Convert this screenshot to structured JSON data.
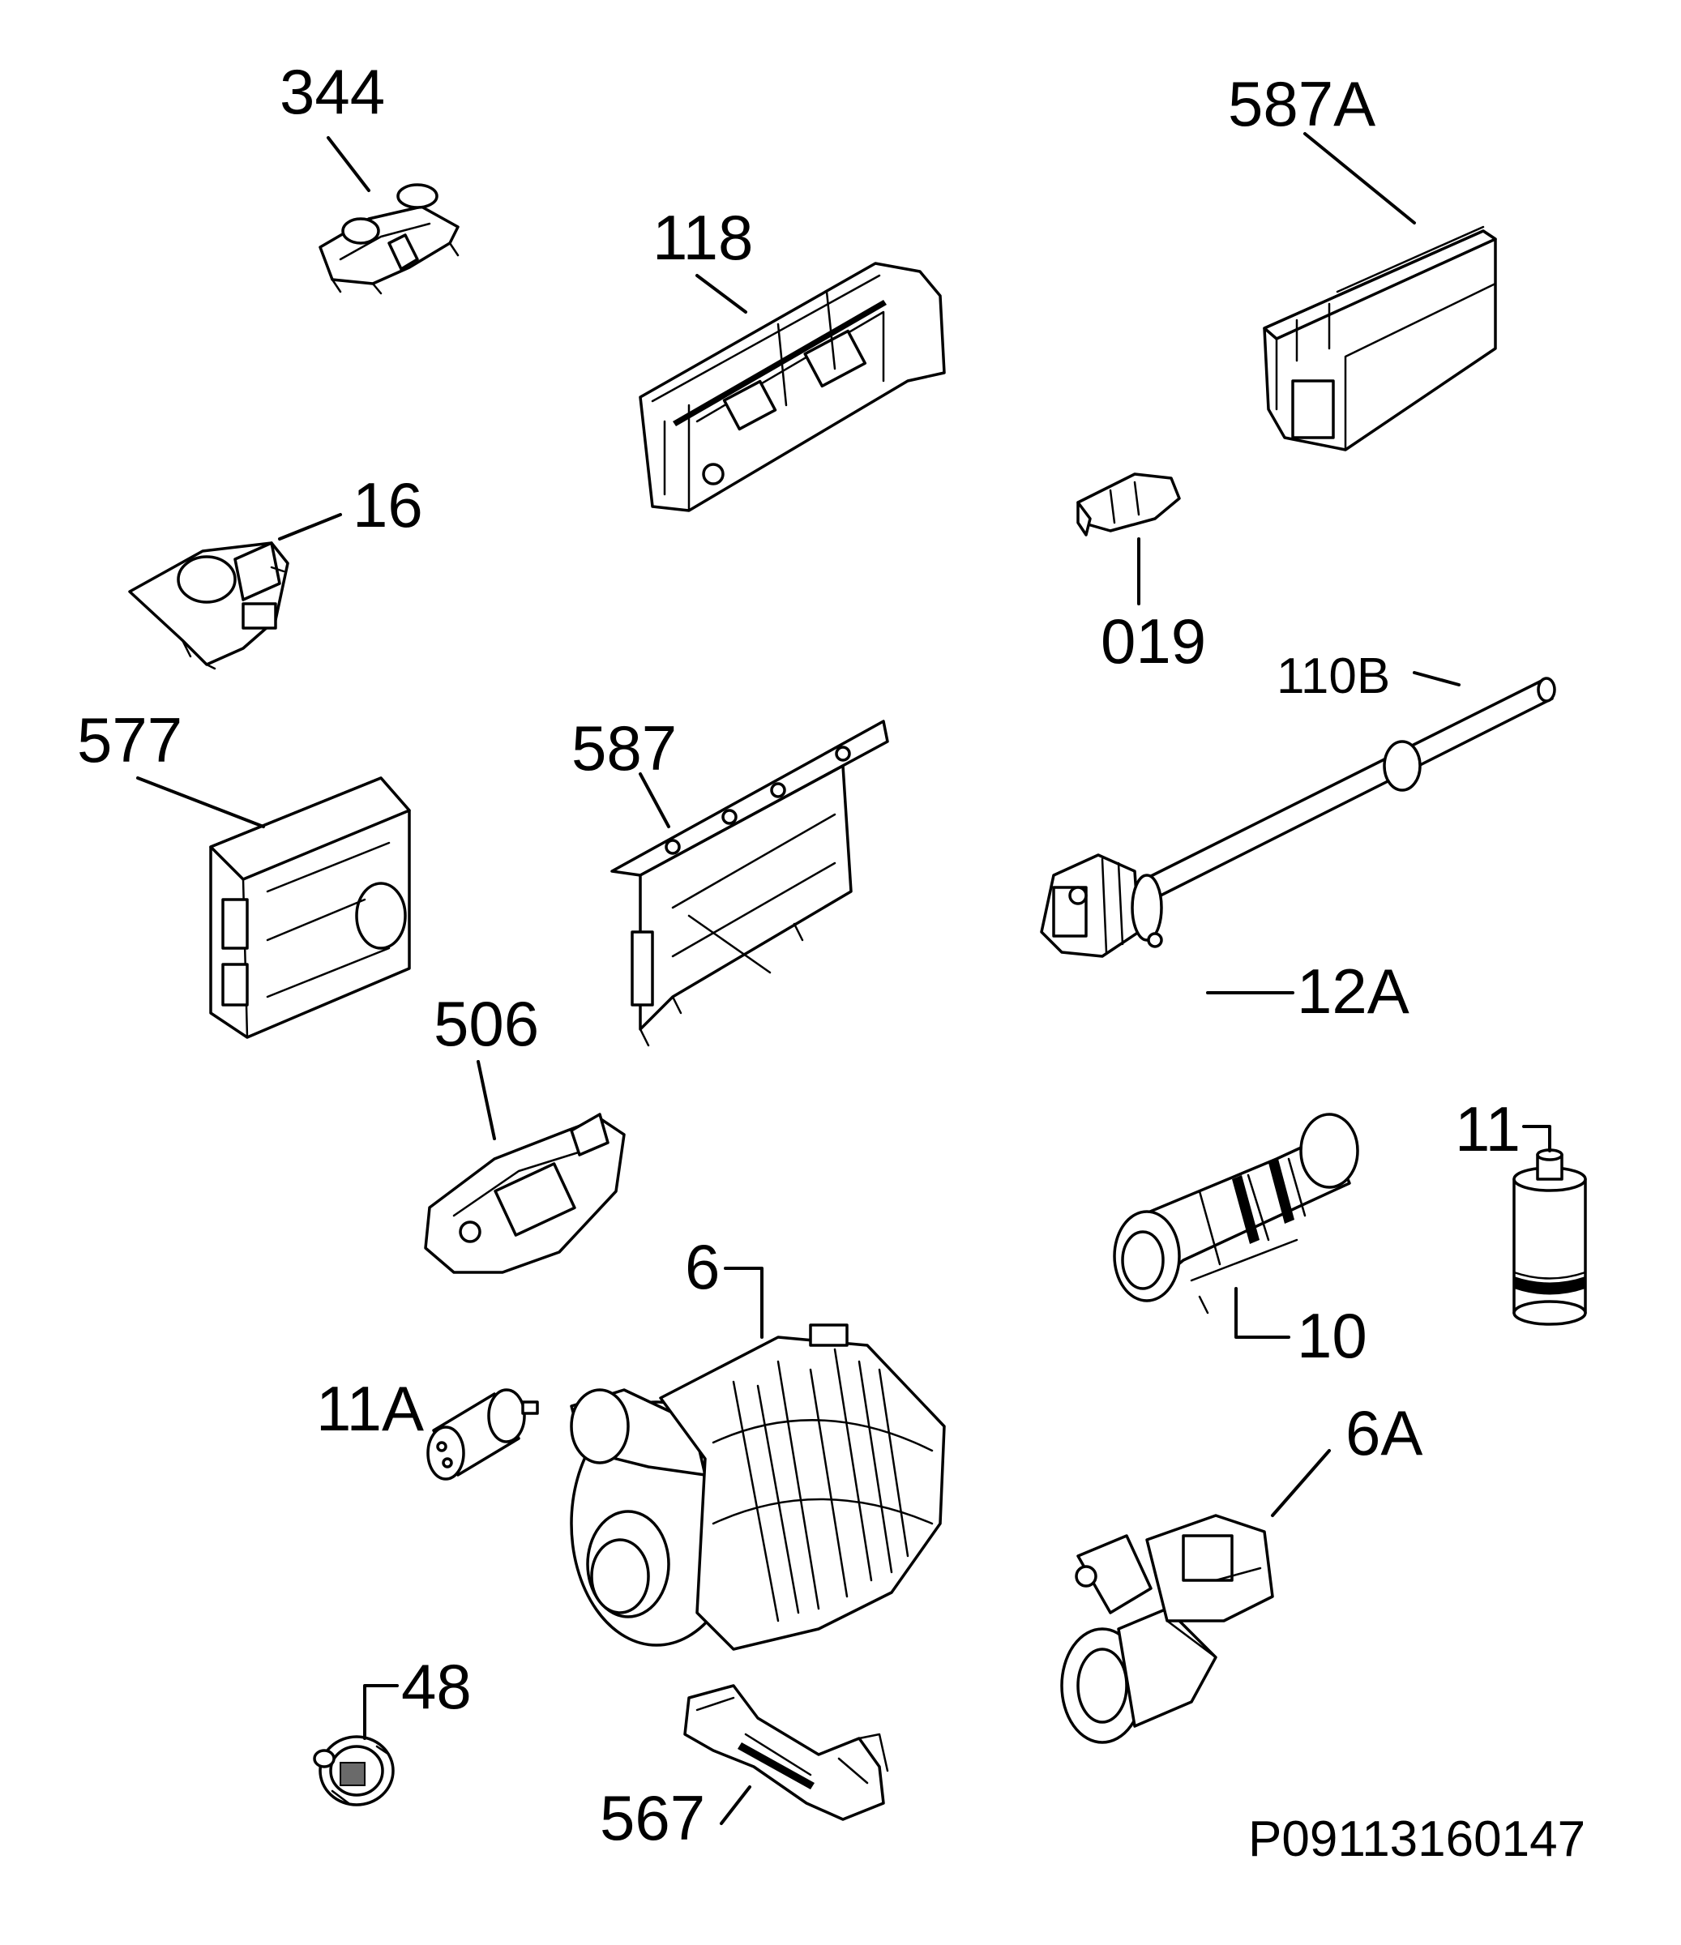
{
  "diagram_code": "P09113160147",
  "parts": [
    {
      "id": "344"
    },
    {
      "id": "118"
    },
    {
      "id": "587A"
    },
    {
      "id": "16"
    },
    {
      "id": "019"
    },
    {
      "id": "110B"
    },
    {
      "id": "577"
    },
    {
      "id": "587"
    },
    {
      "id": "12A"
    },
    {
      "id": "506"
    },
    {
      "id": "11"
    },
    {
      "id": "6"
    },
    {
      "id": "10"
    },
    {
      "id": "11A"
    },
    {
      "id": "6A"
    },
    {
      "id": "48"
    },
    {
      "id": "567"
    }
  ]
}
